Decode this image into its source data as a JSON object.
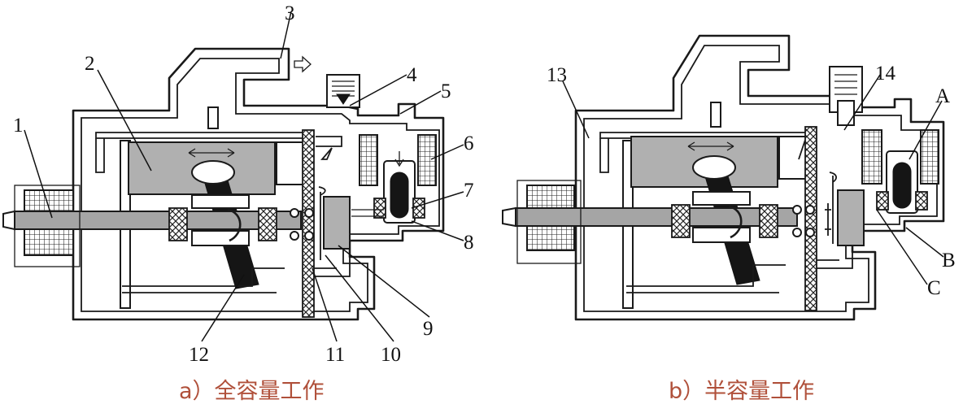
{
  "diagram_a": {
    "caption_letter": "a",
    "caption_paren": "）",
    "caption_text": "全容量工作",
    "caption_color": "#b0503a",
    "labels": [
      "1",
      "2",
      "3",
      "4",
      "5",
      "6",
      "7",
      "8",
      "9",
      "10",
      "11",
      "12"
    ]
  },
  "diagram_b": {
    "caption_letter": "b",
    "caption_paren": "）",
    "caption_text": "半容量工作",
    "caption_color": "#b0503a",
    "labels": [
      "13",
      "14",
      "A",
      "B",
      "C"
    ]
  }
}
